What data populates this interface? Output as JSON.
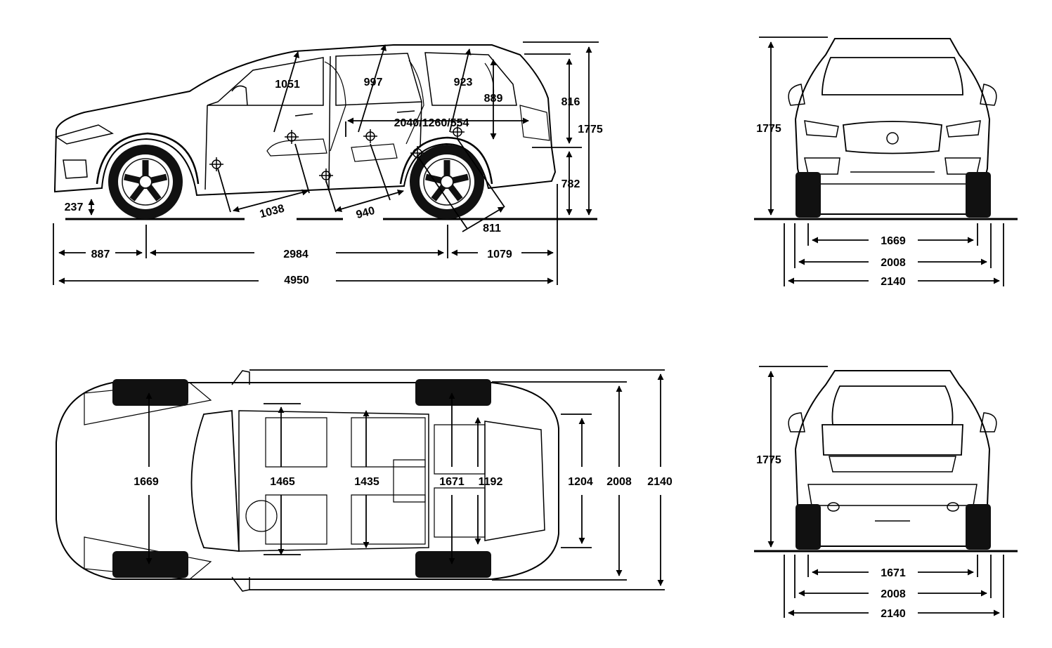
{
  "side_view": {
    "headroom_row1": "1051",
    "headroom_row2": "997",
    "headroom_row3": "923",
    "headroom_trunk": "889",
    "cargo_lengths": "2040/1260/554",
    "legroom_row1": "1038",
    "legroom_row2": "940",
    "departure_dim": "811",
    "ground_clearance": "237",
    "upper_height": "816",
    "lower_height": "782",
    "total_height": "1775",
    "front_overhang": "887",
    "wheelbase": "2984",
    "rear_overhang": "1079",
    "total_length": "4950"
  },
  "front_view": {
    "height": "1775",
    "track": "1669",
    "width_body": "2008",
    "width_mirrors": "2140"
  },
  "top_view": {
    "front_track": "1669",
    "width_row1": "1465",
    "width_row2": "1435",
    "rear_track": "1671",
    "width_row3": "1192",
    "cargo_width": "1204",
    "width_body": "2008",
    "width_mirrors": "2140"
  },
  "rear_view": {
    "height": "1775",
    "track": "1671",
    "width_body": "2008",
    "width_mirrors": "2140"
  }
}
